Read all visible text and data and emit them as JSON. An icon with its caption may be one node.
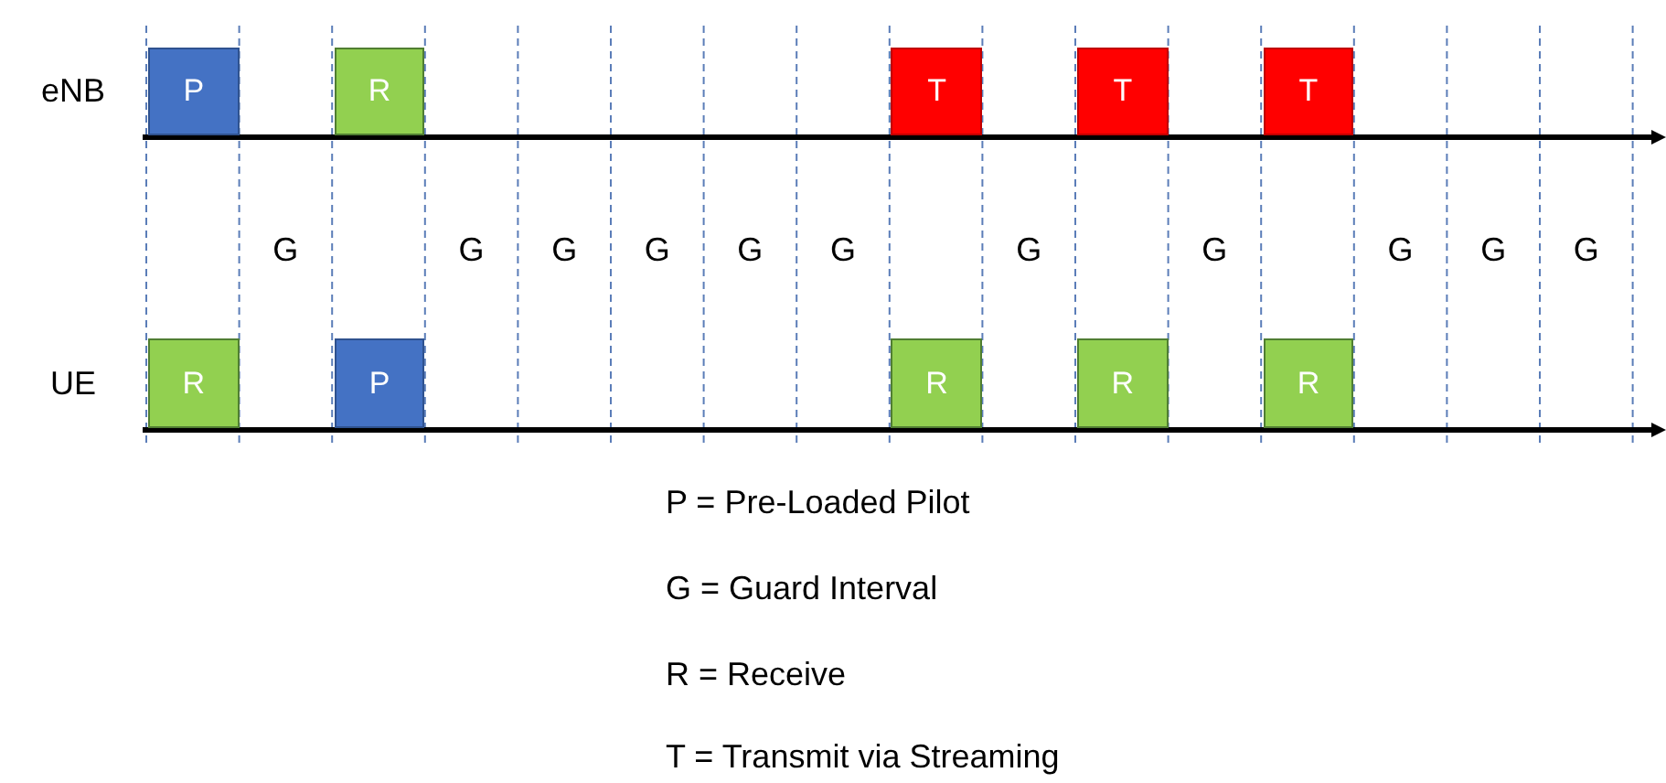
{
  "diagram": {
    "nodes": [
      {
        "text": [
          "P"
        ]
      },
      {
        "text": [
          "R"
        ]
      },
      {
        "text": [
          "T"
        ]
      },
      {
        "text": [
          "T"
        ]
      },
      {
        "text": [
          "T"
        ]
      },
      {
        "text": [
          "R"
        ]
      },
      {
        "text": [
          "P"
        ]
      },
      {
        "text": [
          "R"
        ]
      },
      {
        "text": [
          "R"
        ]
      },
      {
        "text": [
          "R"
        ]
      }
    ],
    "edges": [],
    "labels": [
      "eNB",
      "G",
      "G",
      "G",
      "G",
      "G",
      "G",
      "G",
      "G",
      "G",
      "G",
      "G",
      "UE",
      "P = Pre-Loaded Pilot",
      "G = Guard Interval",
      "R = Receive",
      "T = Transmit via Streaming"
    ]
  }
}
